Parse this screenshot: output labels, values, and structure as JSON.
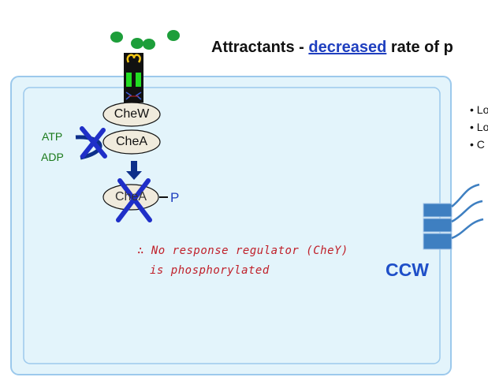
{
  "title": {
    "prefix": "Attractants - ",
    "emphasis": "decreased",
    "suffix": " rate of p"
  },
  "side_bullets": [
    "• Lo",
    "• Lo",
    "• C"
  ],
  "proteins": {
    "chew": "CheW",
    "chea": "CheA",
    "chea_phospho": "CheA"
  },
  "molecules": {
    "atp": "ATP",
    "adp": "ADP",
    "phosphate": "P"
  },
  "note": {
    "line1": "∴ No response regulator (CheY)",
    "line2": "is phosphorylated"
  },
  "rotation": "CCW",
  "colors": {
    "cell_fill": "#e3f4fb",
    "cell_border": "#9cc9ec",
    "attractant": "#1d9e3a",
    "cross": "#1f2fc8",
    "arrow": "#0d2f8a",
    "motor": "#3e7fc1",
    "note": "#c0202a",
    "ccw": "#1f4fc8"
  }
}
